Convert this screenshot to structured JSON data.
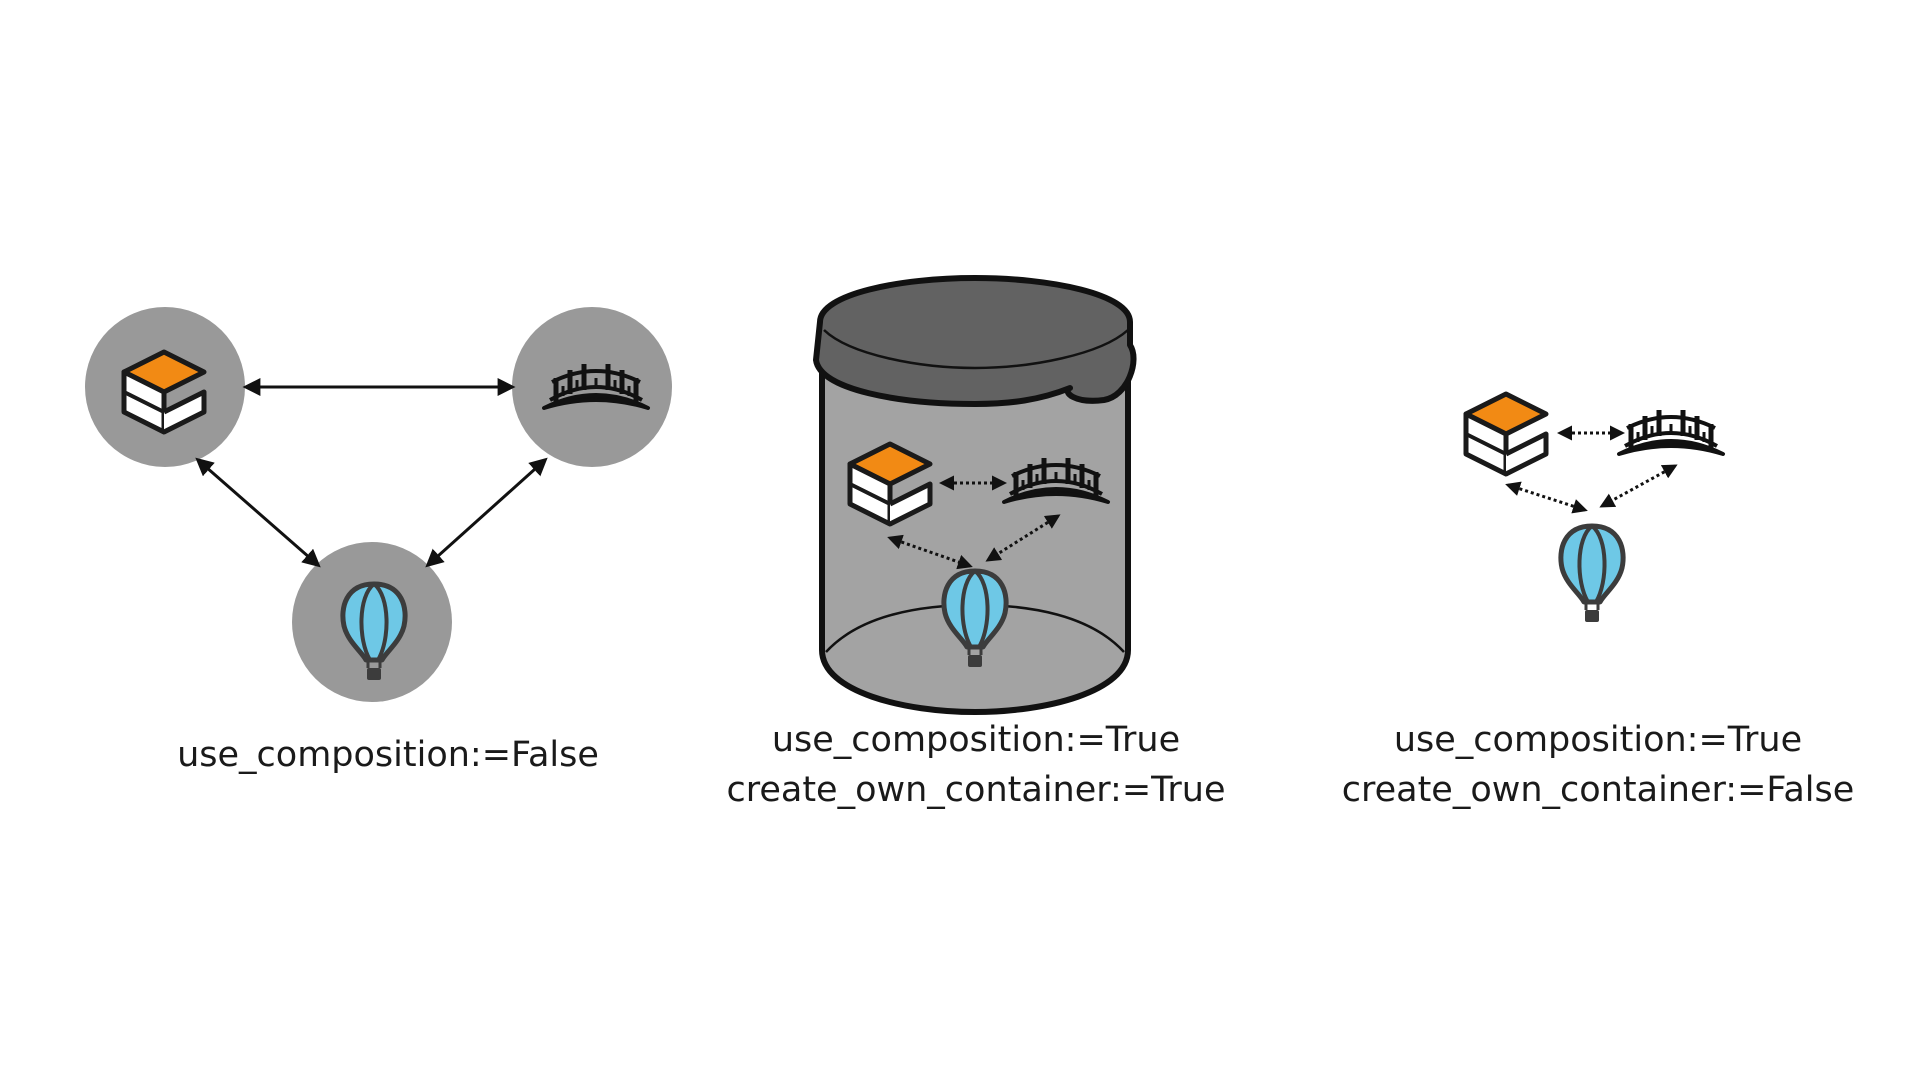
{
  "panels": [
    {
      "id": "no-composition",
      "caption_lines": [
        "use_composition:=False"
      ]
    },
    {
      "id": "own-container",
      "caption_lines": [
        "use_composition:=True",
        "create_own_container:=True"
      ]
    },
    {
      "id": "shared-container",
      "caption_lines": [
        "use_composition:=True",
        "create_own_container:=False"
      ]
    }
  ],
  "icons": {
    "node_a": "gazebo-cube-icon",
    "node_b": "bridge-icon",
    "node_c": "hot-air-balloon-icon"
  },
  "colors": {
    "node_circle": "#999999",
    "container_body": "#a3a3a3",
    "container_lid": "#626262",
    "cube_top": "#f28a14",
    "balloon": "#6ec8e6",
    "outline": "#1a1a1a"
  }
}
